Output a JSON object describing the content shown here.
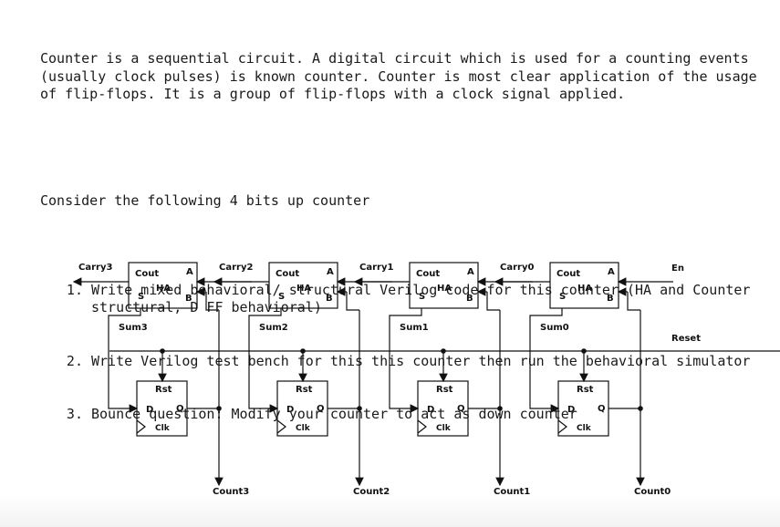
{
  "intro": "Counter is a sequential circuit. A digital circuit which is used for a counting events (usually clock pulses) is known counter. Counter is most clear application of the usage of flip-flops. It is a group of flip-flops with a clock signal applied.",
  "consider": "Consider the following 4 bits up counter",
  "tasks": [
    "Write mixed behavioral/ structural Verilog code for this counter (HA and Counter structural, D FF behavioral)",
    "Write Verilog test bench for this this counter then run the behavioral simulator",
    "Bounce question: Modify your counter to act as down counter"
  ],
  "diagram": {
    "carry_labels": [
      "Carry3",
      "Carry2",
      "Carry1",
      "Carry0"
    ],
    "sum_labels": [
      "Sum3",
      "Sum2",
      "Sum1",
      "Sum0"
    ],
    "count_labels": [
      "Count3",
      "Count2",
      "Count1",
      "Count0"
    ],
    "ha": {
      "cout": "Cout",
      "a": "A",
      "name": "HA",
      "s": "S",
      "b": "B"
    },
    "ff": {
      "rst": "Rst",
      "d": "D",
      "q": "Q",
      "clk": "Clk"
    },
    "en_label": "En",
    "reset_label": "Reset"
  }
}
